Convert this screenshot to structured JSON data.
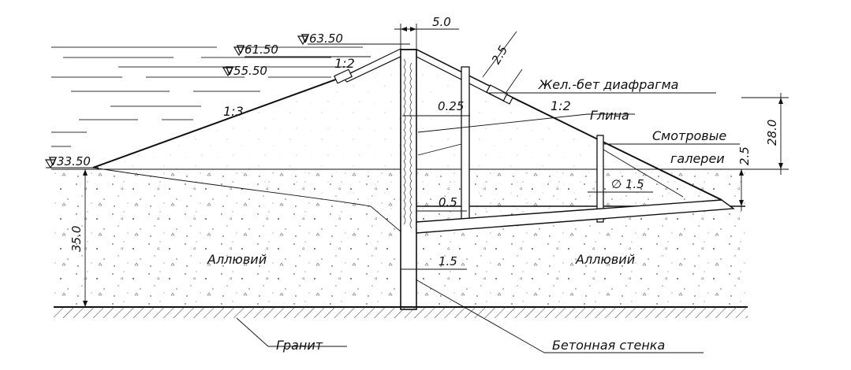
{
  "elevations": {
    "crest": "∇63.50",
    "water_max": "∇61.50",
    "water_normal": "∇55.50",
    "upstream_toe": "∇33.50"
  },
  "slopes": {
    "upstream_main": "1:3",
    "upstream_top": "1:2",
    "downstream": "1:2"
  },
  "dimensions": {
    "crest_width": "5.0",
    "clay_thickness": "2.5",
    "diaphragm_top": "0.25",
    "diaphragm_bottom": "0.5",
    "wall_thickness": "1.5",
    "gallery_diameter": "∅ 1.5",
    "height": "28.0",
    "gallery_offset": "2.5",
    "alluvium_depth": "35.0"
  },
  "labels": {
    "diaphragm": "Жел.-бет диафрагма",
    "clay": "Глина",
    "galleries_line1": "Смотровые",
    "galleries_line2": "галереи",
    "alluvium_left": "Аллювий",
    "alluvium_right": "Аллювий",
    "granite": "Гранит",
    "concrete_wall": "Бетонная стенка"
  }
}
